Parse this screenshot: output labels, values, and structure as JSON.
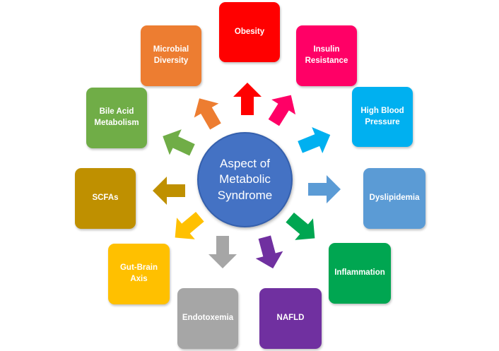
{
  "center": {
    "label": "Aspect of\nMetabolic\nSyndrome",
    "color": "#4472c4"
  },
  "nodes": [
    {
      "id": "obesity",
      "lines": [
        "Obesity"
      ],
      "color": "#ff0000"
    },
    {
      "id": "insulin-resistance",
      "lines": [
        "Insulin",
        "Resistance"
      ],
      "color": "#ff0066"
    },
    {
      "id": "high-blood-pressure",
      "lines": [
        "High Blood",
        "Pressure"
      ],
      "color": "#00b0f0"
    },
    {
      "id": "dyslipidemia",
      "lines": [
        "Dyslipidemia"
      ],
      "color": "#5b9bd5"
    },
    {
      "id": "inflammation",
      "lines": [
        "Inflammation"
      ],
      "color": "#00a651"
    },
    {
      "id": "nafld",
      "lines": [
        "NAFLD"
      ],
      "color": "#7030a0"
    },
    {
      "id": "endotoxemia",
      "lines": [
        "Endotoxemia"
      ],
      "color": "#a6a6a6"
    },
    {
      "id": "gut-brain-axis",
      "lines": [
        "Gut-Brain",
        "Axis"
      ],
      "color": "#ffc000"
    },
    {
      "id": "scfas",
      "lines": [
        "SCFAs"
      ],
      "color": "#bf9000"
    },
    {
      "id": "bile-acid-metabolism",
      "lines": [
        "Bile Acid",
        "Metabolism"
      ],
      "color": "#70ad47"
    },
    {
      "id": "microbial-diversity",
      "lines": [
        "Microbial",
        "Diversity"
      ],
      "color": "#ed7d31"
    }
  ]
}
